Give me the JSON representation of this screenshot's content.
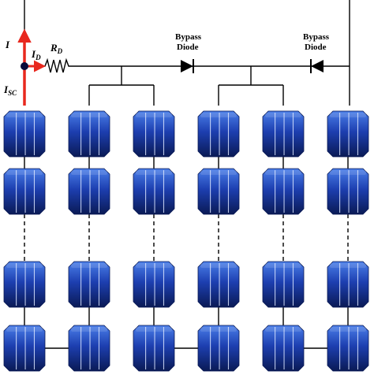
{
  "labels": {
    "current": "I",
    "diode_current": "I",
    "diode_current_sub": "D",
    "resistance": "R",
    "resistance_sub": "D",
    "short_circuit": "I",
    "short_circuit_sub": "SC",
    "bypass_diode_1_line1": "Bypass",
    "bypass_diode_1_line2": "Diode",
    "bypass_diode_2_line1": "Bypass",
    "bypass_diode_2_line2": "Diode"
  },
  "grid": {
    "columns": 6,
    "rows_shown": 4,
    "gap_after_row": 2
  },
  "colors": {
    "cell_top": "#4a7ee8",
    "cell_mid": "#1d3fb0",
    "cell_bottom": "#0a1a55",
    "cell_line": "#d9e4ff",
    "arrow": "#e8281e",
    "node": "#0a0a3a"
  }
}
